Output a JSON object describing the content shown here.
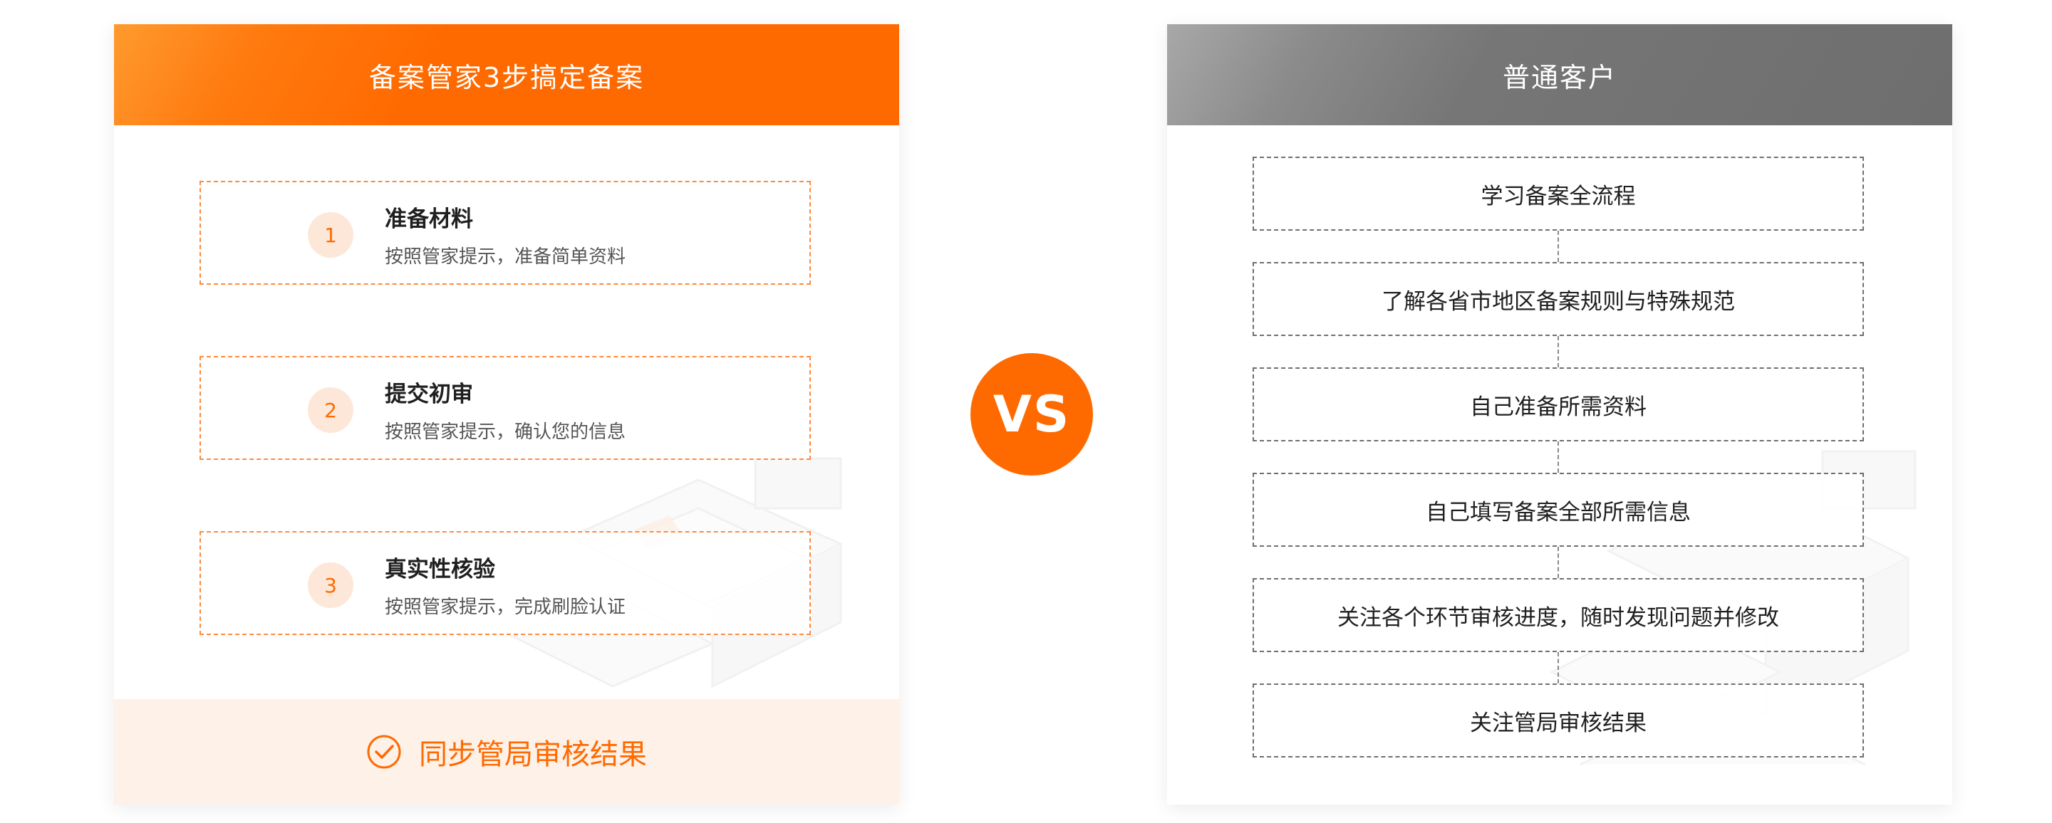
{
  "left_panel": {
    "title": "备案管家3步搞定备案",
    "steps": [
      {
        "num": "1",
        "title": "准备材料",
        "desc": "按照管家提示，准备简单资料"
      },
      {
        "num": "2",
        "title": "提交初审",
        "desc": "按照管家提示，确认您的信息"
      },
      {
        "num": "3",
        "title": "真实性核验",
        "desc": "按照管家提示，完成刷脸认证"
      }
    ],
    "footer": "同步管局审核结果",
    "footer_icon": "check-circle-icon"
  },
  "vs_label": "VS",
  "right_panel": {
    "title": "普通客户",
    "steps": [
      "学习备案全流程",
      "了解各省市地区备案规则与特殊规范",
      "自己准备所需资料",
      "自己填写备案全部所需信息",
      "关注各个环节审核进度，随时发现问题并修改",
      "关注管局审核结果"
    ]
  },
  "colors": {
    "accent": "#ff6a00",
    "accent_light": "#fde7d8",
    "footer_bg": "#fdf1e8",
    "gray_header": "#6e6e6e"
  }
}
